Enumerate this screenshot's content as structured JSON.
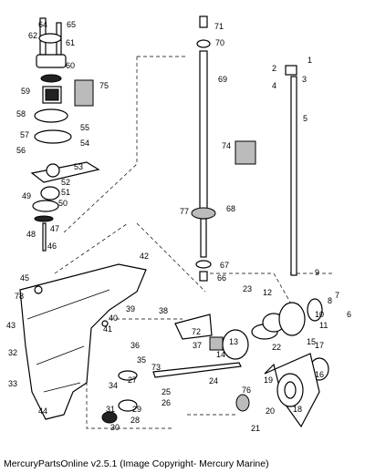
{
  "caption": "MercuryPartsOnline v2.5.1 (Image Copyright- Mercury Marine)",
  "callouts": [
    "1",
    "2",
    "3",
    "4",
    "5",
    "6",
    "7",
    "8",
    "9",
    "10",
    "11",
    "12",
    "13",
    "14",
    "15",
    "16",
    "17",
    "18",
    "19",
    "20",
    "21",
    "22",
    "23",
    "24",
    "25",
    "26",
    "27",
    "28",
    "29",
    "30",
    "31",
    "32",
    "33",
    "34",
    "35",
    "36",
    "37",
    "38",
    "39",
    "40",
    "41",
    "42",
    "43",
    "44",
    "45",
    "46",
    "47",
    "48",
    "49",
    "50",
    "51",
    "52",
    "53",
    "54",
    "55",
    "56",
    "57",
    "58",
    "59",
    "60",
    "61",
    "62",
    "64",
    "65",
    "66",
    "67",
    "68",
    "69",
    "70",
    "71",
    "72",
    "73",
    "74",
    "75",
    "76",
    "77",
    "78"
  ]
}
